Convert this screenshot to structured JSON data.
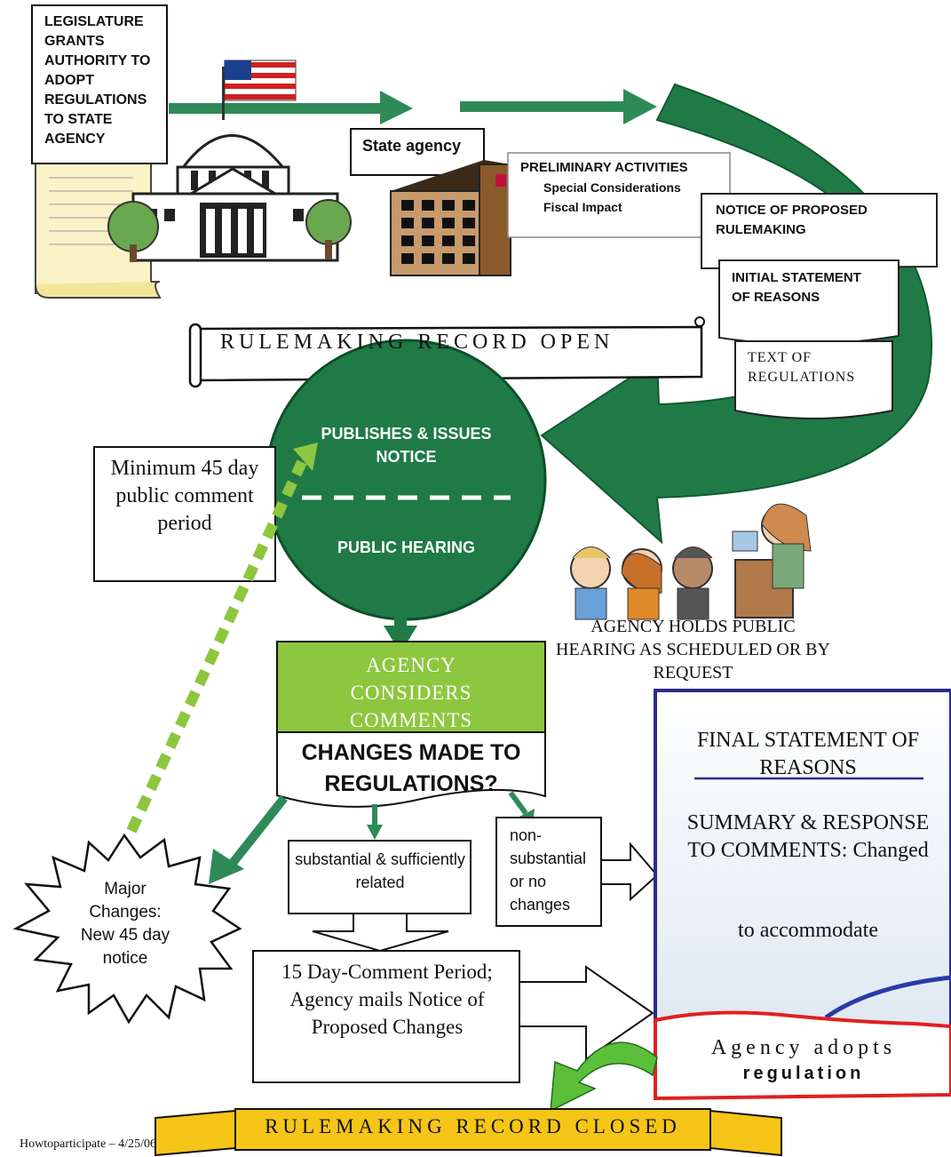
{
  "legislature_box": "LEGISLATURE GRANTS AUTHORITY TO ADOPT REGULATIONS TO STATE AGENCY",
  "state_agency_label": "State agency",
  "preliminary": {
    "title": "PRELIMINARY ACTIVITIES",
    "line1": "Special Considerations",
    "line2": "Fiscal Impact"
  },
  "notice_box": "NOTICE OF PROPOSED RULEMAKING",
  "initial_statement": "INITIAL STATEMENT OF REASONS",
  "text_of_regulations": "TEXT OF REGULATIONS",
  "record_open": "RULEMAKING RECORD OPEN",
  "circle": {
    "top": "PUBLISHES & ISSUES NOTICE",
    "bottom": "PUBLIC HEARING"
  },
  "comment_period": "Minimum 45 day public comment period",
  "hearing_caption": "AGENCY HOLDS PUBLIC HEARING AS SCHEDULED OR BY REQUEST",
  "considers": "AGENCY CONSIDERS COMMENTS",
  "changes_question": "CHANGES MADE TO REGULATIONS?",
  "major_changes": "Major Changes: New 45 day notice",
  "substantial": "substantial & sufficiently related",
  "non_substantial": "non-substantial or no changes",
  "fifteen_day": "15 Day-Comment Period; Agency mails Notice of Proposed Changes",
  "final_statement": {
    "title": "FINAL STATEMENT OF REASONS",
    "summary": "SUMMARY & RESPONSE TO COMMENTS: Changed",
    "accommodate": "to accommodate"
  },
  "adopts": {
    "line1": "Agency adopts",
    "line2": "regulation"
  },
  "record_closed": "RULEMAKING RECORD CLOSED",
  "footer": "Howtoparticipate – 4/25/06",
  "colors": {
    "dark_green": "#1f7a45",
    "arrow_green": "#2e8b57",
    "light_green": "#8dc63f",
    "blue_border": "#2a2a8c",
    "red_border": "#e02020",
    "banner_yellow": "#f5c518"
  }
}
